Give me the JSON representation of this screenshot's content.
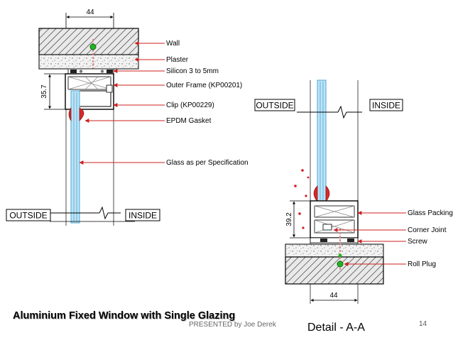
{
  "slide": {
    "title": "Aluminium Fixed Window with Single Glazing",
    "presenter": "PRESENTED by Joe Derek",
    "page_number": "14"
  },
  "left_section": {
    "dim_width": "44",
    "dim_height": "35.7",
    "callouts": {
      "wall": "Wall",
      "plaster": "Plaster",
      "silicon": "Silicon 3 to 5mm",
      "outer_frame": "Outer Frame (KP00201)",
      "clip": "Clip (KP00229)",
      "gasket": "EPDM Gasket",
      "glass": "Glass as per Specification"
    },
    "outside_label": "OUTSIDE",
    "inside_label": "INSIDE"
  },
  "right_section": {
    "outside_label": "OUTSIDE",
    "inside_label": "INSIDE",
    "dim_height": "39.2",
    "dim_width": "44",
    "callouts": {
      "glass_packing": "Glass Packing",
      "corner_joint": "Corner Joint",
      "screw": "Screw",
      "roll_plug": "Roll Plug"
    },
    "detail_title": "Detail - A-A"
  },
  "colors": {
    "glass": "#bfe3f5",
    "glass_edge": "#4aa8d8",
    "leader": "#cc1f1f",
    "gasket": "#d42a2a",
    "plug": "#25b325",
    "aluminium": "#ffffff"
  }
}
